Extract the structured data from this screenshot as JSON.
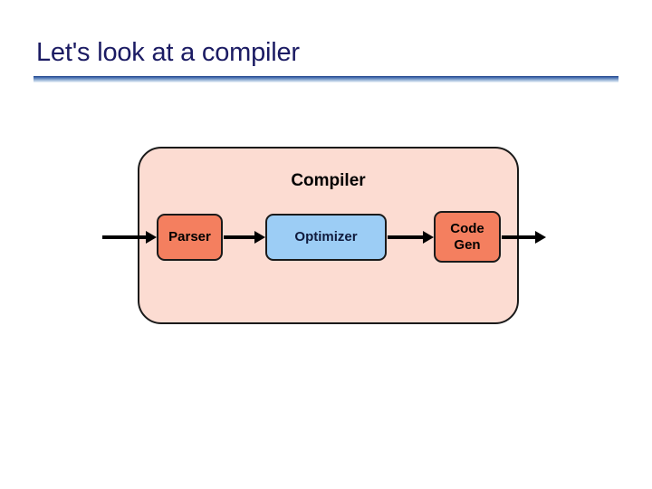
{
  "slide": {
    "title": "Let's look at a compiler",
    "title_color": "#1b1b63",
    "background_color": "#ffffff"
  },
  "diagram": {
    "type": "pipeline-flow",
    "container": {
      "label": "Compiler",
      "fill_color": "#fcdcd2",
      "border_color": "#1a1a1a"
    },
    "stages": [
      {
        "label": "Parser",
        "fill_color": "#f47f5f",
        "text_color": "#000000"
      },
      {
        "label": "Optimizer",
        "fill_color": "#9ccdf5",
        "text_color": "#101b3d"
      },
      {
        "label": "Code\nGen",
        "label_line1": "Code",
        "label_line2": "Gen",
        "fill_color": "#f47f5f",
        "text_color": "#000000"
      }
    ],
    "arrows": [
      {
        "name": "input-arrow",
        "from": "outside",
        "to": "Parser"
      },
      {
        "name": "parser-to-optimizer",
        "from": "Parser",
        "to": "Optimizer"
      },
      {
        "name": "optimizer-to-codegen",
        "from": "Optimizer",
        "to": "Code Gen"
      },
      {
        "name": "output-arrow",
        "from": "Code Gen",
        "to": "outside"
      }
    ]
  }
}
